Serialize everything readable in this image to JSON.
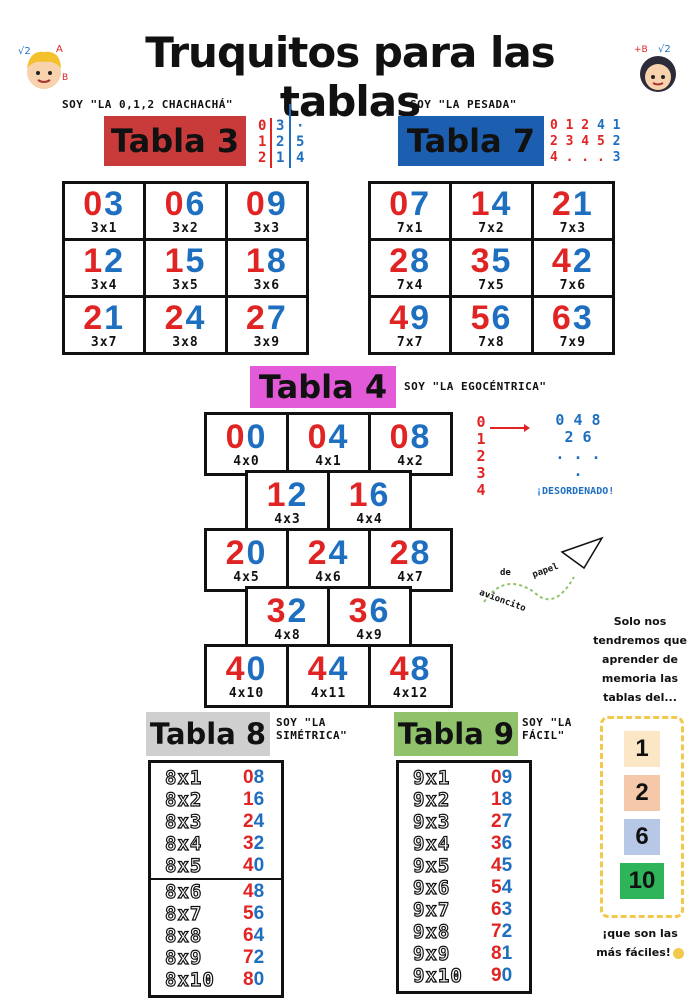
{
  "title": "Truquitos para las tablas",
  "colors": {
    "red": "#e02424",
    "blue": "#1f6fc0",
    "tabla3": "#c93a3a",
    "tabla7": "#1c5fb0",
    "tabla4": "#e35ad9",
    "tabla8": "#cfcfcf",
    "tabla9": "#8fc26b"
  },
  "tabla3": {
    "nick": "SOY \"LA 0,1,2 CHACHACHÁ\"",
    "label": "Tabla 3",
    "hint": {
      "left": [
        "0",
        "1",
        "2"
      ],
      "mid": [
        "3",
        "2",
        "1"
      ],
      "right": [
        "·",
        "5",
        "4"
      ]
    },
    "cells": [
      {
        "a": "0",
        "b": "3",
        "op": "3x1"
      },
      {
        "a": "0",
        "b": "6",
        "op": "3x2"
      },
      {
        "a": "0",
        "b": "9",
        "op": "3x3"
      },
      {
        "a": "1",
        "b": "2",
        "op": "3x4"
      },
      {
        "a": "1",
        "b": "5",
        "op": "3x5"
      },
      {
        "a": "1",
        "b": "8",
        "op": "3x6"
      },
      {
        "a": "2",
        "b": "1",
        "op": "3x7"
      },
      {
        "a": "2",
        "b": "4",
        "op": "3x8"
      },
      {
        "a": "2",
        "b": "7",
        "op": "3x9"
      }
    ]
  },
  "tabla7": {
    "nick": "SOY \"LA PESADA\"",
    "label": "Tabla 7",
    "hint": {
      "row1": "0 1 2",
      "row1b": "4 1",
      "row2": "2 3 4 5",
      "row2b": "2",
      "row3": "4 . . .",
      "row3b": "3"
    },
    "cells": [
      {
        "a": "0",
        "b": "7",
        "op": "7x1"
      },
      {
        "a": "1",
        "b": "4",
        "op": "7x2"
      },
      {
        "a": "2",
        "b": "1",
        "op": "7x3"
      },
      {
        "a": "2",
        "b": "8",
        "op": "7x4"
      },
      {
        "a": "3",
        "b": "5",
        "op": "7x5"
      },
      {
        "a": "4",
        "b": "2",
        "op": "7x6"
      },
      {
        "a": "4",
        "b": "9",
        "op": "7x7"
      },
      {
        "a": "5",
        "b": "6",
        "op": "7x8"
      },
      {
        "a": "6",
        "b": "3",
        "op": "7x9"
      }
    ]
  },
  "tabla4": {
    "label": "Tabla 4",
    "nick": "SOY \"LA EGOCÉNTRICA\"",
    "hint_left": [
      "0",
      "1",
      "2",
      "3",
      "4"
    ],
    "hint_right_top": "0 4 8",
    "hint_right_mid": "2 6",
    "hint_right_dots": ". . . .",
    "hint_caption": "¡DESORDENADO!",
    "rows": [
      [
        {
          "a": "0",
          "b": "0",
          "op": "4x0"
        },
        {
          "a": "0",
          "b": "4",
          "op": "4x1"
        },
        {
          "a": "0",
          "b": "8",
          "op": "4x2"
        }
      ],
      [
        {
          "a": "1",
          "b": "2",
          "op": "4x3"
        },
        {
          "a": "1",
          "b": "6",
          "op": "4x4"
        }
      ],
      [
        {
          "a": "2",
          "b": "0",
          "op": "4x5"
        },
        {
          "a": "2",
          "b": "4",
          "op": "4x6"
        },
        {
          "a": "2",
          "b": "8",
          "op": "4x7"
        }
      ],
      [
        {
          "a": "3",
          "b": "2",
          "op": "4x8"
        },
        {
          "a": "3",
          "b": "6",
          "op": "4x9"
        }
      ],
      [
        {
          "a": "4",
          "b": "0",
          "op": "4x10"
        },
        {
          "a": "4",
          "b": "4",
          "op": "4x11"
        },
        {
          "a": "4",
          "b": "8",
          "op": "4x12"
        }
      ]
    ]
  },
  "brand": {
    "line1": "de",
    "line2": "papel",
    "line3": "avioncito"
  },
  "tabla8": {
    "label": "Tabla 8",
    "nick1": "SOY \"LA",
    "nick2": "SIMÉTRICA\"",
    "rows": [
      {
        "op": "8x1",
        "a": "0",
        "b": "8"
      },
      {
        "op": "8x2",
        "a": "1",
        "b": "6"
      },
      {
        "op": "8x3",
        "a": "2",
        "b": "4"
      },
      {
        "op": "8x4",
        "a": "3",
        "b": "2"
      },
      {
        "op": "8x5",
        "a": "4",
        "b": "0"
      },
      {
        "op": "8x6",
        "a": "4",
        "b": "8"
      },
      {
        "op": "8x7",
        "a": "5",
        "b": "6"
      },
      {
        "op": "8x8",
        "a": "6",
        "b": "4"
      },
      {
        "op": "8x9",
        "a": "7",
        "b": "2"
      },
      {
        "op": "8x10",
        "a": "8",
        "b": "0"
      }
    ]
  },
  "tabla9": {
    "label": "Tabla 9",
    "nick1": "SOY \"LA",
    "nick2": "FÁCIL\"",
    "rows": [
      {
        "op": "9x1",
        "a": "0",
        "b": "9"
      },
      {
        "op": "9x2",
        "a": "1",
        "b": "8"
      },
      {
        "op": "9x3",
        "a": "2",
        "b": "7"
      },
      {
        "op": "9x4",
        "a": "3",
        "b": "6"
      },
      {
        "op": "9x5",
        "a": "4",
        "b": "5"
      },
      {
        "op": "9x6",
        "a": "5",
        "b": "4"
      },
      {
        "op": "9x7",
        "a": "6",
        "b": "3"
      },
      {
        "op": "9x8",
        "a": "7",
        "b": "2"
      },
      {
        "op": "9x9",
        "a": "8",
        "b": "1"
      },
      {
        "op": "9x10",
        "a": "9",
        "b": "0"
      }
    ]
  },
  "memory": {
    "text": [
      "Solo nos",
      "tendremos que",
      "aprender de",
      "memoria las",
      "tablas del..."
    ],
    "items": [
      {
        "value": "1",
        "color": "#fbe6c6"
      },
      {
        "value": "2",
        "color": "#f4c8a8"
      },
      {
        "value": "6",
        "color": "#b7c7e6"
      },
      {
        "value": "10",
        "color": "#2fb45a"
      }
    ],
    "footer1": "¡que son las",
    "footer2": "más fáciles!"
  }
}
